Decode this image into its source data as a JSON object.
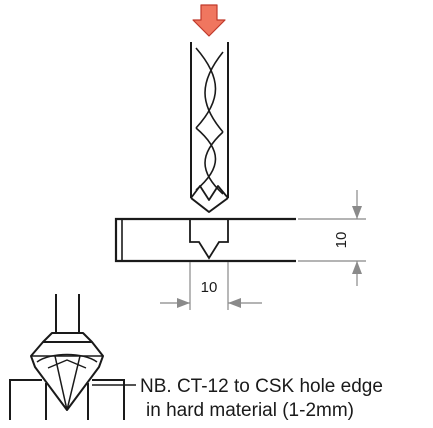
{
  "dimensions": {
    "hole_width_label": "10",
    "board_thickness_label": "10"
  },
  "note": {
    "line1": "NB. CT-12 to CSK hole edge",
    "line2": "in hard material (1-2mm)"
  },
  "colors": {
    "arrow_fill": "#f0765f",
    "arrow_stroke": "#c0392b",
    "line": "#1a1a1a",
    "dimension_line": "#888888",
    "dimension_arrow": "#8a8a8a"
  },
  "icons": {
    "feed_arrow": "down-arrow-icon",
    "drill": "drill-bit-icon",
    "countersink": "countersink-bit-icon"
  }
}
